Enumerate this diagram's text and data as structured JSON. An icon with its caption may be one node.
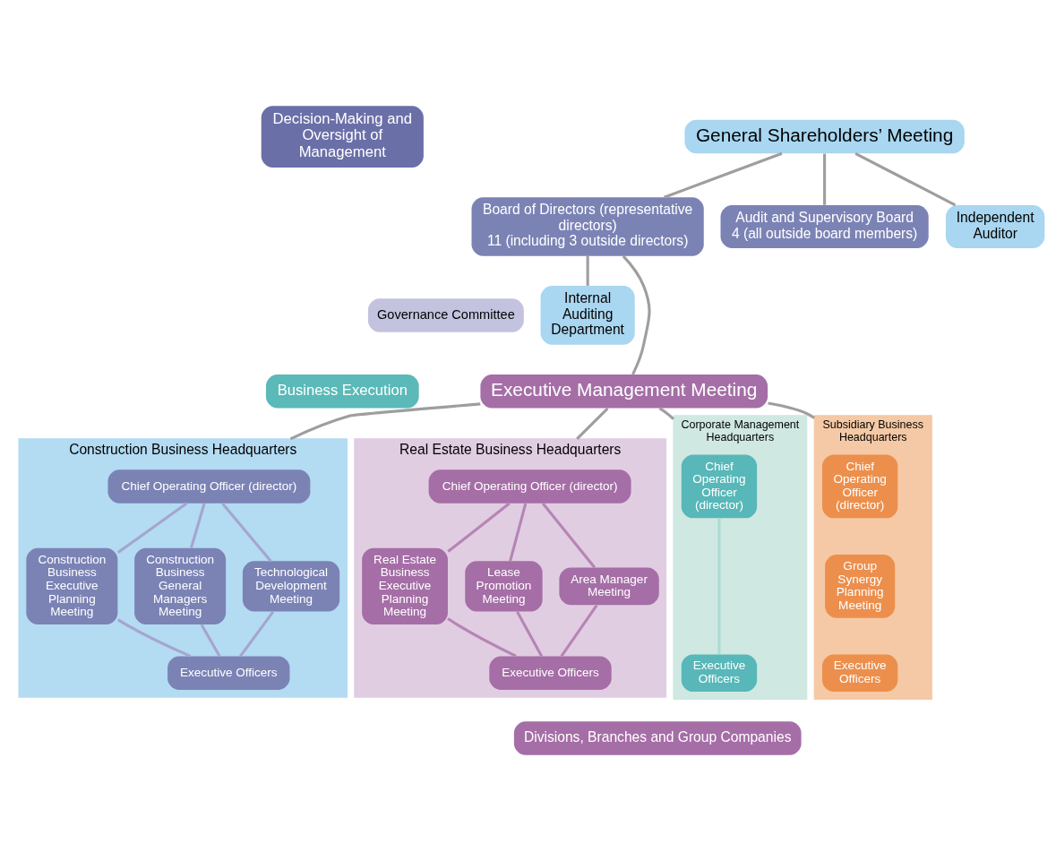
{
  "diagram": {
    "nodes": [
      {
        "text": [
          "Decision-Making and Oversight of Management"
        ]
      },
      {
        "text": [
          "General Shareholders’ Meeting"
        ]
      },
      {
        "text": [
          "Board of Directors (representative directors)",
          "11 (including 3 outside directors)"
        ]
      },
      {
        "text": [
          "Audit and Supervisory Board",
          "4 (all outside board members)"
        ]
      },
      {
        "text": [
          "Independent Auditor"
        ]
      },
      {
        "text": [
          "Governance Committee"
        ]
      },
      {
        "text": [
          "Internal Auditing Department"
        ]
      },
      {
        "text": [
          "Business Execution"
        ]
      },
      {
        "text": [
          "Executive Management Meeting"
        ]
      },
      {
        "text": [
          "Construction Business Headquarters"
        ]
      },
      {
        "text": [
          "Chief Operating Officer (director)"
        ],
        "in": 9
      },
      {
        "text": [
          "Construction Business Executive Planning Meeting"
        ],
        "in": 9
      },
      {
        "text": [
          "Construction Business General Managers Meeting"
        ],
        "in": 9
      },
      {
        "text": [
          "Technological Development Meeting"
        ],
        "in": 9
      },
      {
        "text": [
          "Executive Officers"
        ],
        "in": 9
      },
      {
        "text": [
          "Real Estate Business Headquarters"
        ]
      },
      {
        "text": [
          "Chief Operating Officer (director)"
        ],
        "in": 15
      },
      {
        "text": [
          "Real Estate Business Executive Planning Meeting"
        ],
        "in": 15
      },
      {
        "text": [
          "Lease Promotion Meeting"
        ],
        "in": 15
      },
      {
        "text": [
          "Area Manager Meeting"
        ],
        "in": 15
      },
      {
        "text": [
          "Executive Officers"
        ],
        "in": 15
      },
      {
        "text": [
          "Corporate Management Headquarters"
        ]
      },
      {
        "text": [
          "Chief Operating Officer (director)"
        ],
        "in": 21
      },
      {
        "text": [
          "Executive Officers"
        ],
        "in": 21
      },
      {
        "text": [
          "Subsidiary Business Headquarters"
        ]
      },
      {
        "text": [
          "Chief Operating Officer (director)"
        ],
        "in": 24
      },
      {
        "text": [
          "Group Synergy Planning Meeting"
        ],
        "in": 24
      },
      {
        "text": [
          "Executive Officers"
        ],
        "in": 24
      },
      {
        "text": [
          "Divisions, Branches and Group Companies"
        ]
      }
    ],
    "edges": [
      {
        "from": 1,
        "to": 2,
        "arrow": "none"
      },
      {
        "from": 1,
        "to": 3,
        "arrow": "none"
      },
      {
        "from": 1,
        "to": 4,
        "arrow": "none"
      },
      {
        "from": 2,
        "to": 6,
        "arrow": "none"
      },
      {
        "from": 2,
        "to": 8,
        "arrow": "none"
      },
      {
        "from": 8,
        "to": 9,
        "arrow": "none"
      },
      {
        "from": 8,
        "to": 15,
        "arrow": "none"
      },
      {
        "from": 8,
        "to": 21,
        "arrow": "none"
      },
      {
        "from": 8,
        "to": 24,
        "arrow": "none"
      },
      {
        "from": 10,
        "to": 11,
        "arrow": "none",
        "color": "#a5a5cf"
      },
      {
        "from": 10,
        "to": 12,
        "arrow": "none",
        "color": "#a5a5cf"
      },
      {
        "from": 10,
        "to": 13,
        "arrow": "none",
        "color": "#a5a5cf"
      },
      {
        "from": 11,
        "to": 14,
        "arrow": "none",
        "color": "#a5a5cf"
      },
      {
        "from": 12,
        "to": 14,
        "arrow": "none",
        "color": "#a5a5cf"
      },
      {
        "from": 13,
        "to": 14,
        "arrow": "none",
        "color": "#a5a5cf"
      },
      {
        "from": 16,
        "to": 17,
        "arrow": "none",
        "color": "#b585b5"
      },
      {
        "from": 16,
        "to": 18,
        "arrow": "none",
        "color": "#b585b5"
      },
      {
        "from": 16,
        "to": 19,
        "arrow": "none",
        "color": "#b585b5"
      },
      {
        "from": 17,
        "to": 20,
        "arrow": "none",
        "color": "#b585b5"
      },
      {
        "from": 18,
        "to": 20,
        "arrow": "none",
        "color": "#b585b5"
      },
      {
        "from": 19,
        "to": 20,
        "arrow": "none",
        "color": "#b585b5"
      },
      {
        "from": 22,
        "to": 23,
        "arrow": "none",
        "color": "#a8dcd5"
      }
    ]
  }
}
